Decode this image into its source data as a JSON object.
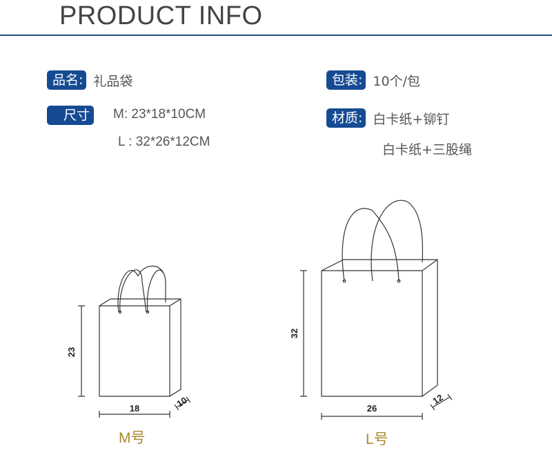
{
  "header": {
    "title": "PRODUCT INFO"
  },
  "left_specs": {
    "name_label": "品名:",
    "name_value": "礼品袋",
    "size_label": "尺寸",
    "size_m": "M:   23*18*10CM",
    "size_l": "L :   32*26*12CM"
  },
  "right_specs": {
    "pack_label": "包装:",
    "pack_value": "10个/包",
    "material_label": "材质:",
    "material_line1": "白卡纸+铆钉",
    "material_line2": "白卡纸+三股绳"
  },
  "bags": {
    "m": {
      "height": "23",
      "width": "18",
      "depth": "10",
      "caption": "M号"
    },
    "l": {
      "height": "32",
      "width": "26",
      "depth": "12",
      "caption": "L号"
    }
  },
  "colors": {
    "badge": "#164b93",
    "rule": "#1f4f8a",
    "caption": "#a8892c"
  }
}
